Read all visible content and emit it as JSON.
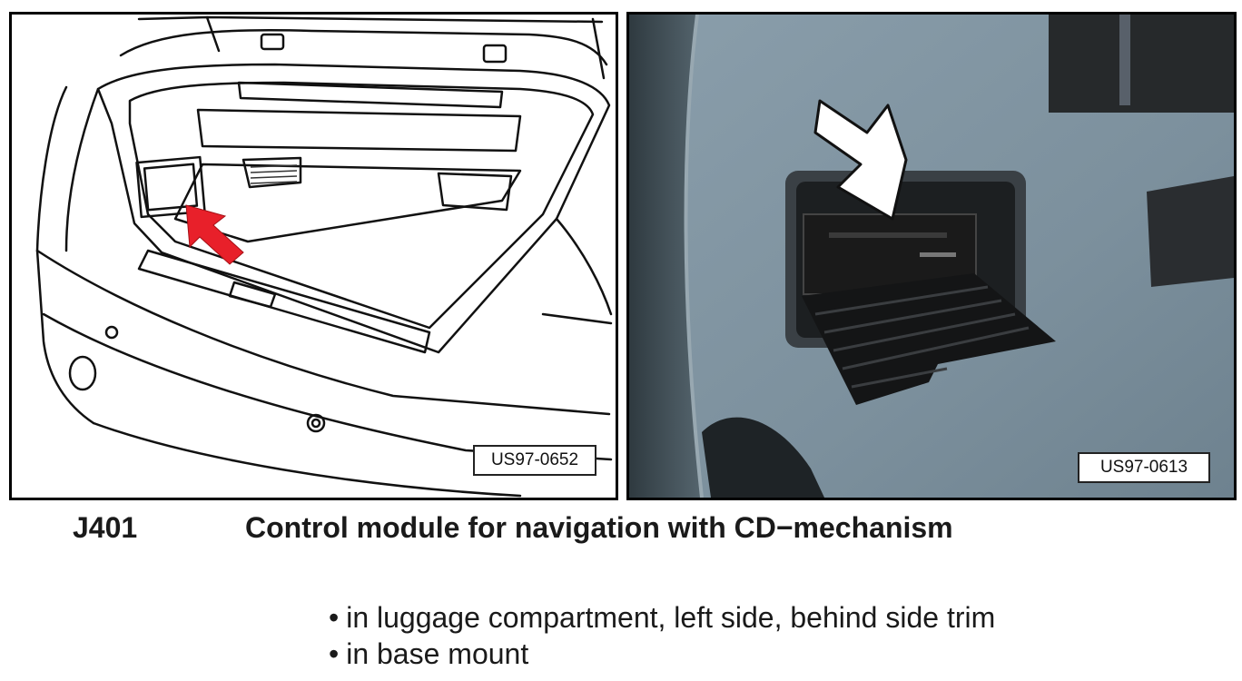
{
  "figures": [
    {
      "reference": "US97-0652",
      "arrow_color": "#e8202a"
    },
    {
      "reference": "US97-0613",
      "arrow_color": "#ffffff"
    }
  ],
  "component": {
    "code": "J401",
    "description": "Control module for navigation with CD−mechanism"
  },
  "locations": [
    "in luggage compartment, left side, behind side trim",
    "in base mount"
  ]
}
